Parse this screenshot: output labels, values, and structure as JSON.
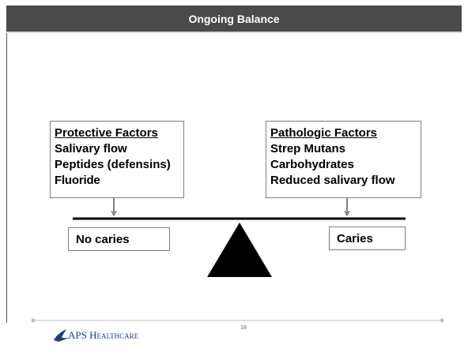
{
  "slide": {
    "title": "Ongoing Balance",
    "page_number": "18"
  },
  "protective_factors": {
    "heading": "Protective Factors",
    "items": [
      "Salivary flow",
      "Peptides (defensins)",
      "Fluoride"
    ]
  },
  "pathologic_factors": {
    "heading": "Pathologic Factors",
    "items": [
      "Strep Mutans",
      "Carbohydrates",
      "Reduced salivary flow"
    ]
  },
  "outcomes": {
    "left": "No caries",
    "right": "Caries"
  },
  "logo": {
    "text_a": "APS H",
    "text_b": "EALTHCARE"
  },
  "colors": {
    "title_bar": "#4a4a4a",
    "title_text": "#ffffff",
    "logo": "#1f3f7f",
    "fulcrum": "#000000"
  }
}
